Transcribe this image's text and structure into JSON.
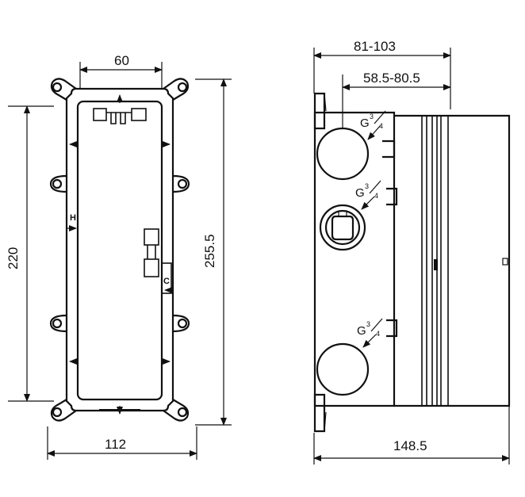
{
  "dimensions": {
    "front_top_width": "60",
    "front_height_inner": "220",
    "front_height_total": "255.5",
    "front_width_total": "112",
    "side_depth_range": "81-103",
    "side_depth_range_inner": "58.5-80.5",
    "side_depth_total": "148.5"
  },
  "labels": {
    "hot": "H",
    "cold": "C",
    "thread_main": "G",
    "thread_numerator": "3",
    "thread_denominator": "4"
  }
}
